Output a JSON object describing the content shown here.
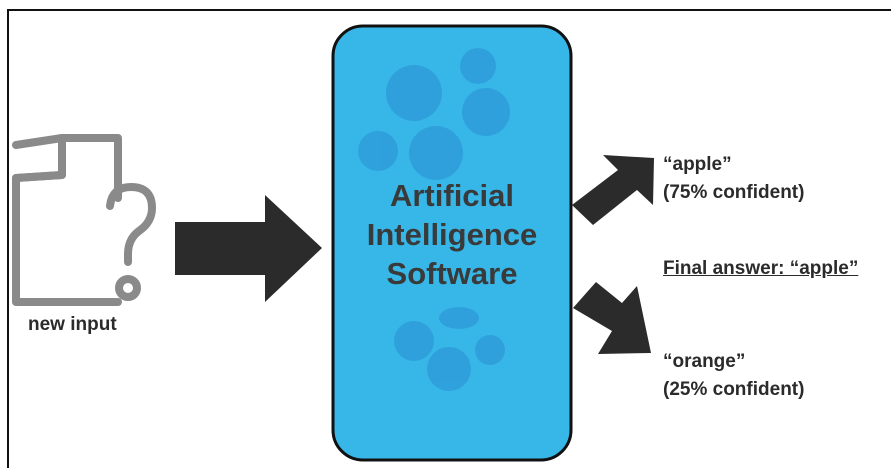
{
  "input": {
    "label": "new input",
    "icon": "document-question-icon"
  },
  "ai_box": {
    "lines": [
      "Artificial",
      "Intelligence",
      "Software"
    ],
    "fill": "#36b7e8",
    "background_icon": "fruit-collage-icon"
  },
  "outputs": {
    "apple": {
      "name": "“apple”",
      "confidence": "(75% confident)"
    },
    "final_answer": "Final answer: “apple”",
    "orange": {
      "name": "“orange”",
      "confidence": "(25% confident)"
    }
  },
  "colors": {
    "arrow": "#2b2b2b",
    "icon": "#8a8a8a",
    "text": "#2b2b2b"
  }
}
